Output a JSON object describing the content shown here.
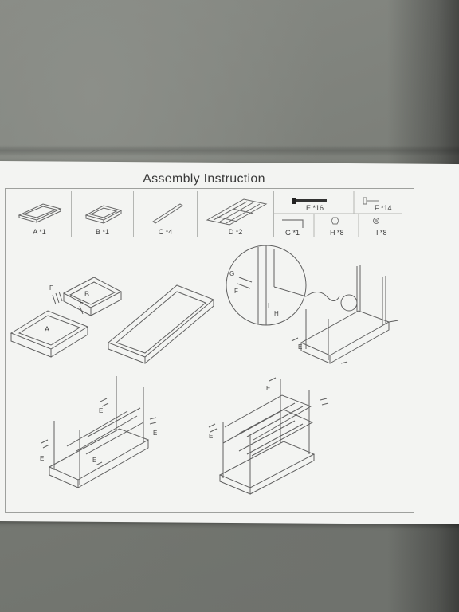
{
  "title": "Assembly Instruction",
  "parts": [
    {
      "label": "A *1",
      "icon": "frame-panel-a-icon"
    },
    {
      "label": "B *1",
      "icon": "frame-panel-b-icon"
    },
    {
      "label": "C *4",
      "icon": "slat-c-icon"
    },
    {
      "label": "D *2",
      "icon": "rack-panel-d-icon"
    }
  ],
  "hardware": [
    {
      "label": "E *16",
      "icon": "bolt-icon"
    },
    {
      "label": "F *14",
      "icon": "pin-icon"
    },
    {
      "label": "G *1",
      "icon": "allen-key-icon"
    },
    {
      "label": "H *8",
      "icon": "nut-icon"
    },
    {
      "label": "I *8",
      "icon": "washer-icon"
    }
  ],
  "step_tags": {
    "f": "F",
    "b": "B",
    "a": "A",
    "g": "G",
    "h": "H",
    "i": "I",
    "e": "E"
  },
  "colors": {
    "paper": "#f3f4f2",
    "ink": "#555555",
    "floor": "#7d807b"
  }
}
